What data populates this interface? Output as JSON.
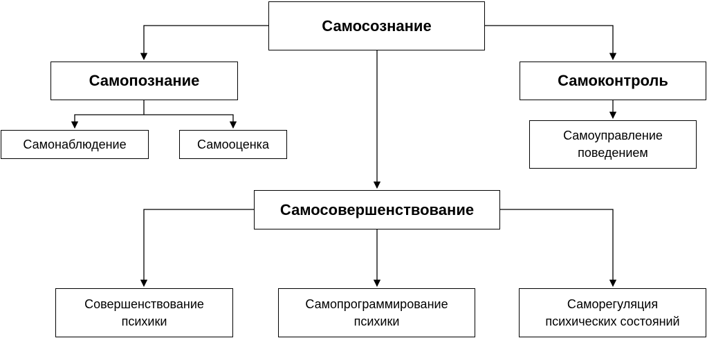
{
  "nodes": {
    "samosoznanie": "Самосознание",
    "samopoznanie": "Самопознание",
    "samokontrol": "Самоконтроль",
    "samonablyudenie": "Самонаблюдение",
    "samoocenka": "Самооценка",
    "samoupravlenie_line1": "Самоуправление",
    "samoupravlenie_line2": "поведением",
    "samosovershenstvovanie": "Самосовершенствование",
    "sovershenstvovanie_line1": "Совершенствование",
    "sovershenstvovanie_line2": "психики",
    "samoprogrammirovanie_line1": "Самопрограммирование",
    "samoprogrammirovanie_line2": "психики",
    "samoregulyaciya_line1": "Саморегуляция",
    "samoregulyaciya_line2": "психических состояний"
  }
}
